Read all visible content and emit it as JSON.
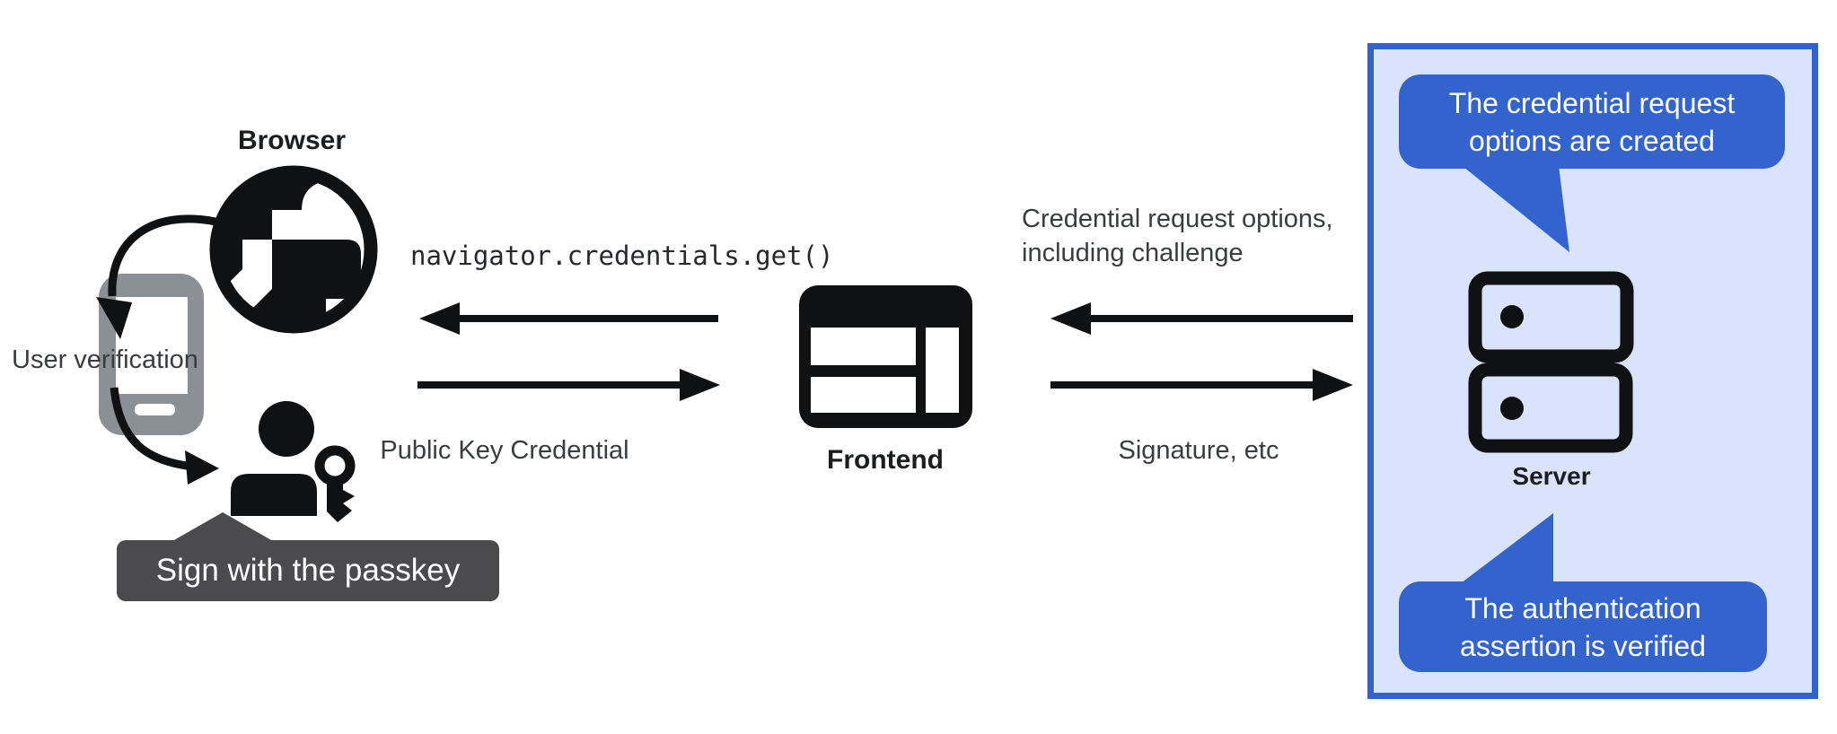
{
  "title": "Passkey authentication flow diagram",
  "colors": {
    "accent_blue": "#3363cd",
    "panel_background": "#d9e3fb",
    "panel_border": "#2f63cf",
    "tooltip_gray": "#4b4b4d",
    "phone_gray": "#8a9096",
    "ink_black": "#1b1d1f",
    "text_gray": "#3a3d40"
  },
  "left": {
    "browser_label": "Browser",
    "user_verification_label": "User verification",
    "passkey_tooltip": "Sign with the passkey",
    "icons": {
      "globe": "globe-icon",
      "phone": "phone-icon",
      "person": "person-icon",
      "key": "key-icon",
      "arrow_globe_to_phone": "curved-arrow-down-icon",
      "arrow_phone_to_person": "curved-arrow-right-icon"
    }
  },
  "middle": {
    "code_call": "navigator.credentials.get()",
    "public_key_label": "Public Key Credential",
    "frontend_label": "Frontend",
    "icons": {
      "frontend_window": "browser-window-icon",
      "arrow_to_browser": "arrow-left-icon",
      "arrow_to_frontend": "arrow-right-icon"
    }
  },
  "right": {
    "request_label": "Credential request options,\nincluding challenge",
    "signature_label": "Signature, etc",
    "icons": {
      "arrow_to_frontend": "arrow-left-icon",
      "arrow_to_server": "arrow-right-icon"
    }
  },
  "server_panel": {
    "server_label": "Server",
    "bubble_top": "The credential request\noptions are created",
    "bubble_bottom": "The authentication\nassertion is verified",
    "icons": {
      "server": "server-icon"
    }
  }
}
